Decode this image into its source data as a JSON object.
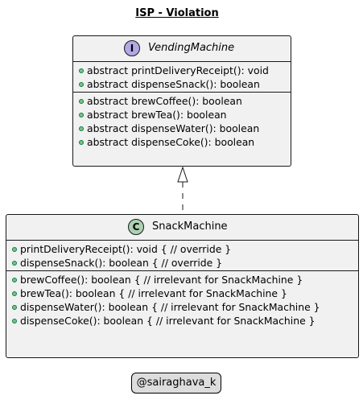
{
  "diagram": {
    "title": "ISP - Violation",
    "interface": {
      "stereotype_letter": "I",
      "name": "VendingMachine",
      "sections": [
        [
          "abstract printDeliveryReceipt(): void",
          "abstract dispenseSnack(): boolean"
        ],
        [
          "abstract brewCoffee(): boolean",
          "abstract brewTea(): boolean",
          "abstract dispenseWater(): boolean",
          "abstract dispenseCoke(): boolean"
        ]
      ],
      "colors": {
        "badge": "#b4a7e5",
        "fill": "#f1f1f1"
      }
    },
    "class": {
      "stereotype_letter": "C",
      "name": "SnackMachine",
      "sections": [
        [
          "printDeliveryReceipt(): void { // override }",
          "dispenseSnack(): boolean { // override }"
        ],
        [
          "brewCoffee(): boolean { // irrelevant for SnackMachine }",
          "brewTea(): boolean { // irrelevant for SnackMachine }",
          "dispenseWater(): boolean { // irrelevant for SnackMachine }",
          "dispenseCoke(): boolean { // irrelevant for SnackMachine }"
        ]
      ],
      "colors": {
        "badge": "#add1b2",
        "fill": "#f1f1f1"
      }
    },
    "relation": "SnackMachine realizes VendingMachine",
    "footer": "@sairaghava_k",
    "member_visibility_color": "#84be84"
  }
}
